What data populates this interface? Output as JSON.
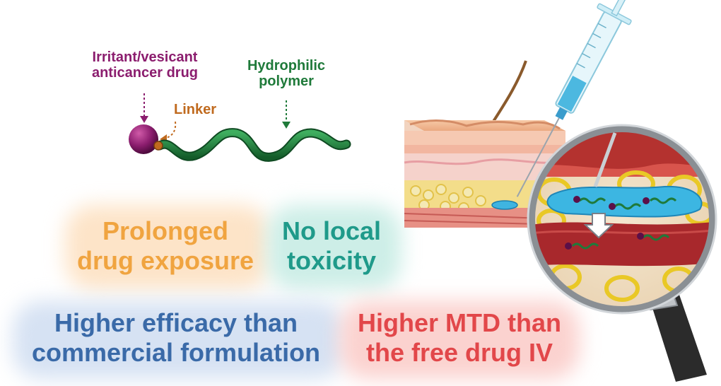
{
  "labels": {
    "drug": "Irritant/vesicant\nanticancer drug",
    "linker": "Linker",
    "polymer": "Hydrophilic\npolymer"
  },
  "benefits": {
    "prolonged": "Prolonged\ndrug exposure",
    "no_toxicity": "No local\ntoxicity",
    "efficacy": "Higher efficacy than\ncommercial formulation",
    "mtd": "Higher MTD than\nthe free drug IV"
  },
  "colors": {
    "drug": "#8b1d6e",
    "linker": "#c06a1e",
    "polymer": "#1f7a3a",
    "prolonged": "#f0a440",
    "no_toxicity": "#1f9a8a",
    "efficacy": "#3a6aa8",
    "mtd": "#e2474a"
  }
}
